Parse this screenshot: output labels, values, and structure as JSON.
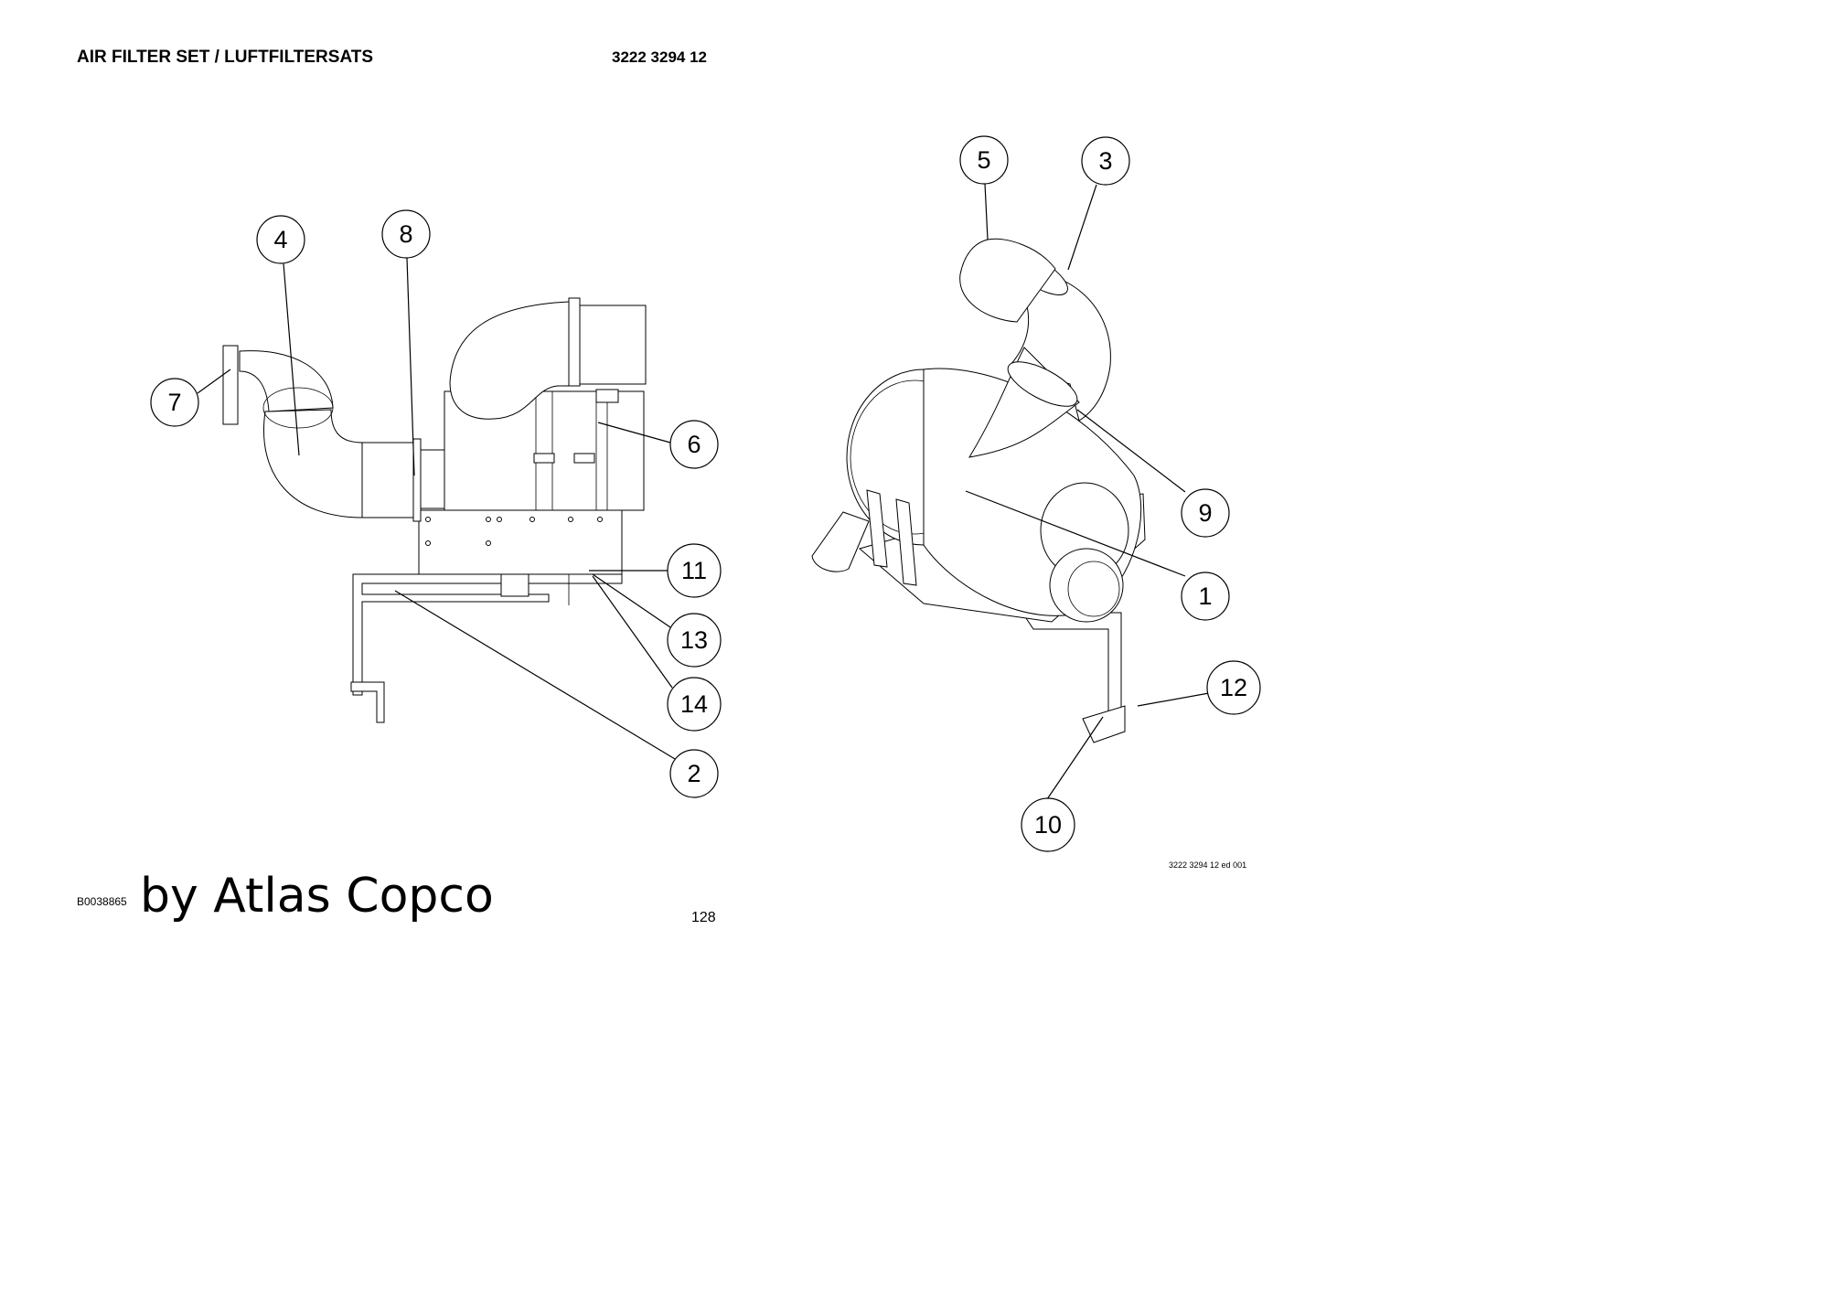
{
  "header": {
    "title": "AIR FILTER SET / LUFTFILTERSATS",
    "part_number": "3222 3294 12"
  },
  "callouts": {
    "left_view": [
      "4",
      "8",
      "7",
      "6",
      "11",
      "13",
      "14",
      "2"
    ],
    "right_view": [
      "5",
      "3",
      "9",
      "1",
      "12",
      "10"
    ]
  },
  "footer": {
    "edition": "3222 3294 12 ed 001",
    "image_id": "B0038865",
    "brand": "by Atlas Copco",
    "page_number": "128"
  }
}
